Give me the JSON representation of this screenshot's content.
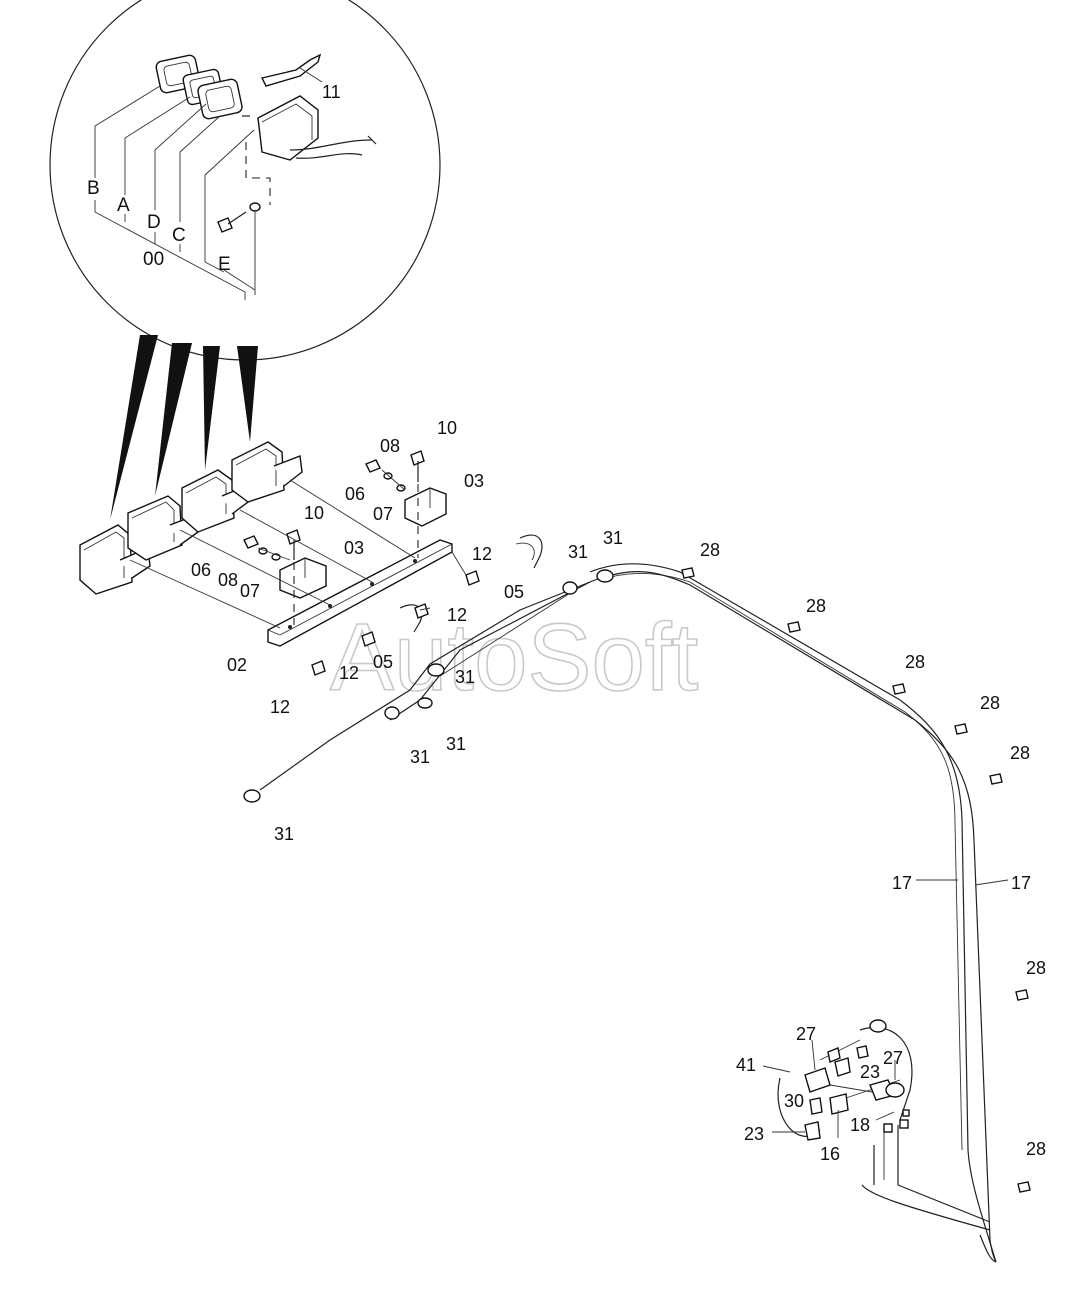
{
  "watermark": "AutoSoft",
  "inset_labels": [
    "B",
    "A",
    "D",
    "00",
    "C",
    "E",
    "11"
  ],
  "callouts": {
    "c11": "11",
    "c10a": "10",
    "c08a": "08",
    "c06a": "06",
    "c07a": "07",
    "c03a": "03",
    "c10b": "10",
    "c06b": "06",
    "c08b": "08",
    "c07b": "07",
    "c03b": "03",
    "c12a": "12",
    "c12b": "12",
    "c12c": "12",
    "c12d": "12",
    "c05a": "05",
    "c05b": "05",
    "c02": "02",
    "c31a": "31",
    "c31b": "31",
    "c31c": "31",
    "c31d": "31",
    "c31e": "31",
    "c31f": "31",
    "c28a": "28",
    "c28b": "28",
    "c28c": "28",
    "c28d": "28",
    "c28e": "28",
    "c28f": "28",
    "c28g": "28",
    "c17a": "17",
    "c17b": "17",
    "c27a": "27",
    "c27b": "27",
    "c41": "41",
    "c23a": "23",
    "c23b": "23",
    "c30": "30",
    "c18": "18",
    "c16": "16"
  },
  "inset": {
    "B": "B",
    "A": "A",
    "D": "D",
    "OO": "00",
    "C": "C",
    "E": "E"
  }
}
